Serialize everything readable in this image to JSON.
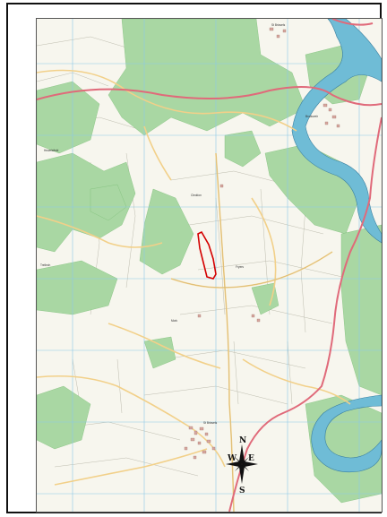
{
  "map": {
    "compass": {
      "north": "N",
      "south": "S",
      "east": "E",
      "west": "W"
    },
    "place_labels": [
      {
        "id": "top",
        "text": "St Briavels"
      },
      {
        "id": "river-town",
        "text": "Brockweir"
      },
      {
        "id": "south-town",
        "text": "St Briavels"
      },
      {
        "id": "mid-left",
        "text": "Hewelsfield"
      },
      {
        "id": "upper-mid",
        "text": "Cleddon"
      },
      {
        "id": "centre",
        "text": "Fryers"
      },
      {
        "id": "far-left",
        "text": "Trellech"
      },
      {
        "id": "low-mid",
        "text": "Mork"
      }
    ],
    "colors": {
      "woodland": "#a9d7a3",
      "field": "#f7f6ee",
      "river": "#6fbcd6",
      "river_bank": "#3a7fa0",
      "a_road": "#e06a7a",
      "minor_road": "#f2d089",
      "grid": "#8cc9e8",
      "site_boundary": "#d40000"
    }
  }
}
